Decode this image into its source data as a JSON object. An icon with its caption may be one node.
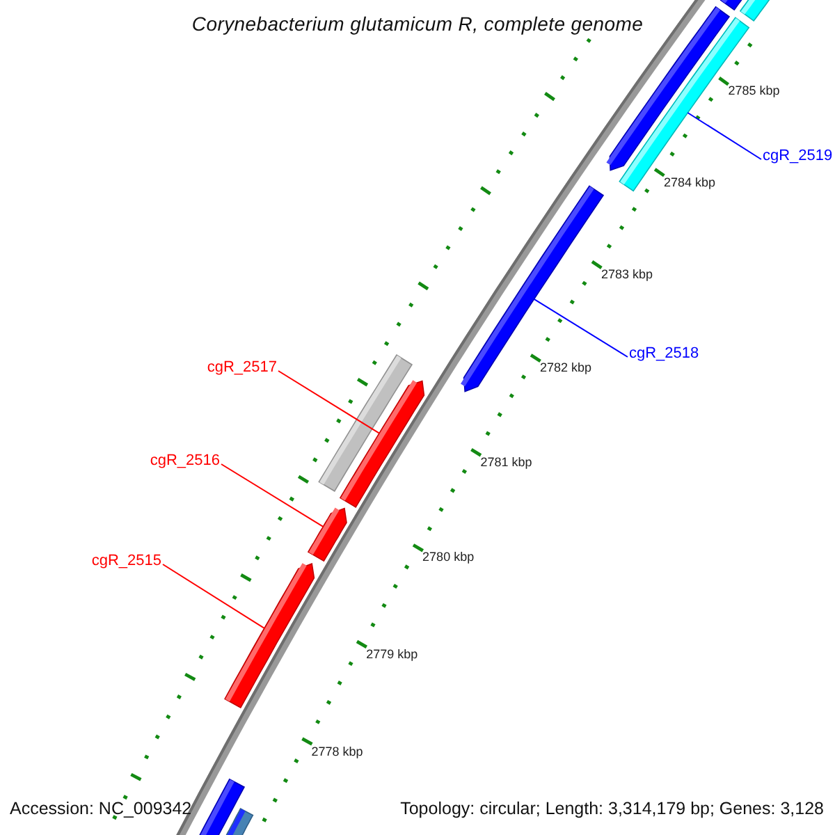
{
  "diagram": {
    "title": "Corynebacterium glutamicum R, complete genome",
    "nodes": [
      {
        "text": [
          "cgR_2519"
        ]
      },
      {
        "text": [],
        "shape": "bar"
      },
      {
        "text": [],
        "shape": "bar"
      },
      {
        "text": [],
        "shape": "bar"
      },
      {
        "text": [],
        "shape": "bar"
      },
      {
        "text": [
          "cgR_2518"
        ]
      },
      {
        "text": [],
        "shape": "bar"
      },
      {
        "text": [
          "cgR_2517"
        ]
      },
      {
        "text": [],
        "shape": "bar"
      },
      {
        "text": [],
        "shape": "bar"
      },
      {
        "text": [
          "cgR_2516"
        ]
      },
      {
        "text": [],
        "shape": "bar"
      },
      {
        "text": [
          "cgR_2515"
        ]
      },
      {
        "text": [],
        "shape": "bar"
      },
      {
        "text": [],
        "shape": "bar"
      },
      {
        "text": [],
        "shape": "bar"
      }
    ],
    "edges": [
      {
        "from": 0,
        "to": 4,
        "arrow": "none",
        "color": "#0000ff"
      },
      {
        "from": 5,
        "to": 6,
        "arrow": "none",
        "color": "#0000ff"
      },
      {
        "from": 7,
        "to": 9,
        "arrow": "none"
      },
      {
        "from": 10,
        "to": 11,
        "arrow": "none"
      },
      {
        "from": 12,
        "to": 13,
        "arrow": "none"
      }
    ],
    "labels": [
      "2785 kbp",
      "2784 kbp",
      "2783 kbp",
      "2782 kbp",
      "2781 kbp",
      "2780 kbp",
      "2779 kbp",
      "2778 kbp",
      "Accession: NC_009342",
      "Topology: circular; Length: 3,314,179 bp; Genes: 3,128"
    ]
  }
}
